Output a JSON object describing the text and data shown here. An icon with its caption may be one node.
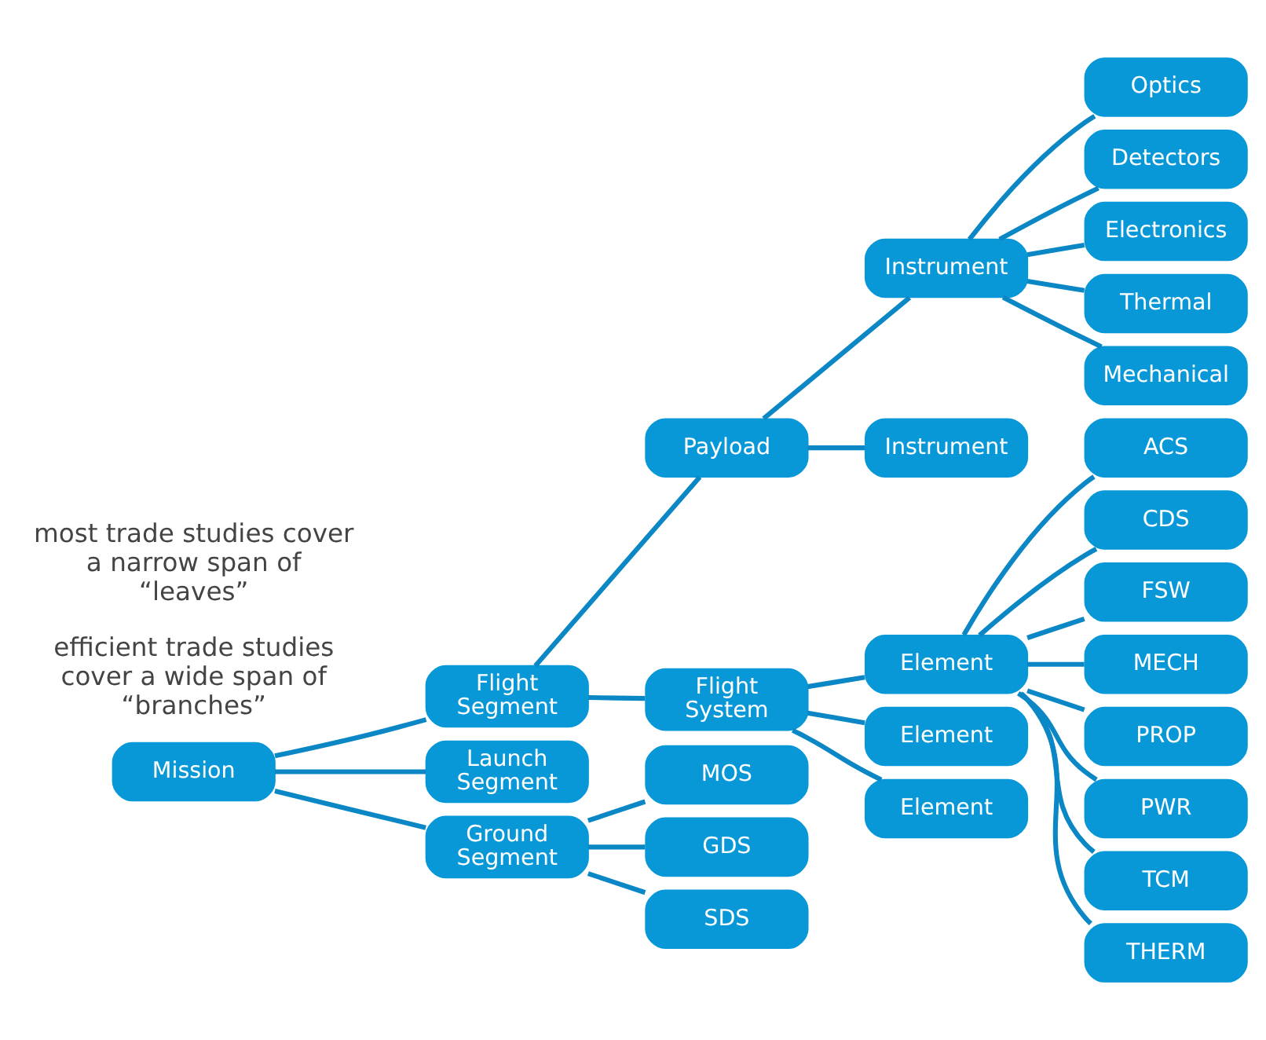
{
  "diagram": {
    "nodes": [
      {
        "text": [
          "Mission"
        ]
      },
      {
        "text": [
          "Flight Segment"
        ]
      },
      {
        "text": [
          "Launch Segment"
        ]
      },
      {
        "text": [
          "Ground Segment"
        ]
      },
      {
        "text": [
          "Payload"
        ]
      },
      {
        "text": [
          "Flight System"
        ]
      },
      {
        "text": [
          "MOS"
        ]
      },
      {
        "text": [
          "GDS"
        ]
      },
      {
        "text": [
          "SDS"
        ]
      },
      {
        "text": [
          "Instrument"
        ]
      },
      {
        "text": [
          "Instrument"
        ]
      },
      {
        "text": [
          "Element"
        ]
      },
      {
        "text": [
          "Element"
        ]
      },
      {
        "text": [
          "Element"
        ]
      },
      {
        "text": [
          "Optics"
        ]
      },
      {
        "text": [
          "Detectors"
        ]
      },
      {
        "text": [
          "Electronics"
        ]
      },
      {
        "text": [
          "Thermal"
        ]
      },
      {
        "text": [
          "Mechanical"
        ]
      },
      {
        "text": [
          "ACS"
        ]
      },
      {
        "text": [
          "CDS"
        ]
      },
      {
        "text": [
          "FSW"
        ]
      },
      {
        "text": [
          "MECH"
        ]
      },
      {
        "text": [
          "PROP"
        ]
      },
      {
        "text": [
          "PWR"
        ]
      },
      {
        "text": [
          "TCM"
        ]
      },
      {
        "text": [
          "THERM"
        ]
      }
    ],
    "edges": [
      {
        "from": 0,
        "to": 1,
        "arrow": "none"
      },
      {
        "from": 0,
        "to": 2,
        "arrow": "none"
      },
      {
        "from": 0,
        "to": 3,
        "arrow": "none"
      },
      {
        "from": 1,
        "to": 4,
        "arrow": "none"
      },
      {
        "from": 1,
        "to": 5,
        "arrow": "none"
      },
      {
        "from": 3,
        "to": 6,
        "arrow": "none"
      },
      {
        "from": 3,
        "to": 7,
        "arrow": "none"
      },
      {
        "from": 3,
        "to": 8,
        "arrow": "none"
      },
      {
        "from": 4,
        "to": 9,
        "arrow": "none"
      },
      {
        "from": 4,
        "to": 10,
        "arrow": "none"
      },
      {
        "from": 5,
        "to": 11,
        "arrow": "none"
      },
      {
        "from": 5,
        "to": 12,
        "arrow": "none"
      },
      {
        "from": 5,
        "to": 13,
        "arrow": "none"
      },
      {
        "from": 9,
        "to": 14,
        "arrow": "none"
      },
      {
        "from": 9,
        "to": 15,
        "arrow": "none"
      },
      {
        "from": 9,
        "to": 16,
        "arrow": "none"
      },
      {
        "from": 9,
        "to": 17,
        "arrow": "none"
      },
      {
        "from": 9,
        "to": 18,
        "arrow": "none"
      },
      {
        "from": 11,
        "to": 19,
        "arrow": "none"
      },
      {
        "from": 11,
        "to": 20,
        "arrow": "none"
      },
      {
        "from": 11,
        "to": 21,
        "arrow": "none"
      },
      {
        "from": 11,
        "to": 22,
        "arrow": "none"
      },
      {
        "from": 11,
        "to": 23,
        "arrow": "none"
      },
      {
        "from": 11,
        "to": 24,
        "arrow": "none"
      },
      {
        "from": 11,
        "to": 25,
        "arrow": "none"
      },
      {
        "from": 11,
        "to": 26,
        "arrow": "none"
      }
    ],
    "labels": [
      "efficient trade studies cover a wide span of “branches”",
      "most trade studies cover a narrow span of “leaves”"
    ]
  }
}
